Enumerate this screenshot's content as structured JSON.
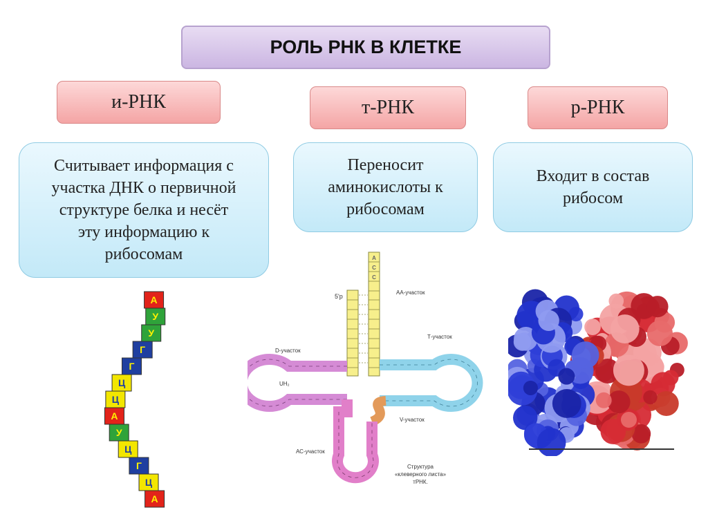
{
  "title": "РОЛЬ РНК В КЛЕТКЕ",
  "types": [
    {
      "label": "и-РНК",
      "description": [
        "Считывает информация с",
        "участка ДНК о первичной",
        "структуре белка и несёт",
        "эту информацию к",
        "рибосомам"
      ]
    },
    {
      "label": "т-РНК",
      "description": [
        "Переносит",
        "аминокислоты к",
        "рибосомам"
      ]
    },
    {
      "label": "р-РНК",
      "description": [
        "Входит в состав",
        "рибосом"
      ]
    }
  ],
  "mrna_strand": {
    "letters": [
      "А",
      "У",
      "У",
      "Г",
      "Г",
      "Ц",
      "Ц",
      "А",
      "У",
      "Ц",
      "Г",
      "Ц",
      "А"
    ],
    "colors": [
      "#e2231a",
      "#2fa33a",
      "#2fa33a",
      "#1f3fa0",
      "#1f3fa0",
      "#f3e600",
      "#f3e600",
      "#e2231a",
      "#2fa33a",
      "#f3e600",
      "#1f3fa0",
      "#f3e600",
      "#e2231a"
    ]
  },
  "trna_diagram": {
    "acceptor_letters": [
      "А",
      "С",
      "С"
    ],
    "labels": {
      "five_prime": "5'p",
      "aa_site": "АА-участок",
      "d_site": "D-участок",
      "t_site": "Т-участок",
      "v_site": "V-участок",
      "ac_site": "АС-участок",
      "uh2": "UH₂",
      "structure_caption": [
        "Структура",
        "«клеверного листа»",
        "тРНК."
      ]
    },
    "colors": {
      "acceptor": "#f7ef8c",
      "d_arm": "#d58bd5",
      "t_arm": "#8fd3ea",
      "v_loop": "#e39a5a",
      "ac_arm": "#e17fc9"
    }
  },
  "ribosome": {
    "colors": {
      "small_subunit": "#2233cc",
      "large_subunit": "#d62b35"
    }
  }
}
